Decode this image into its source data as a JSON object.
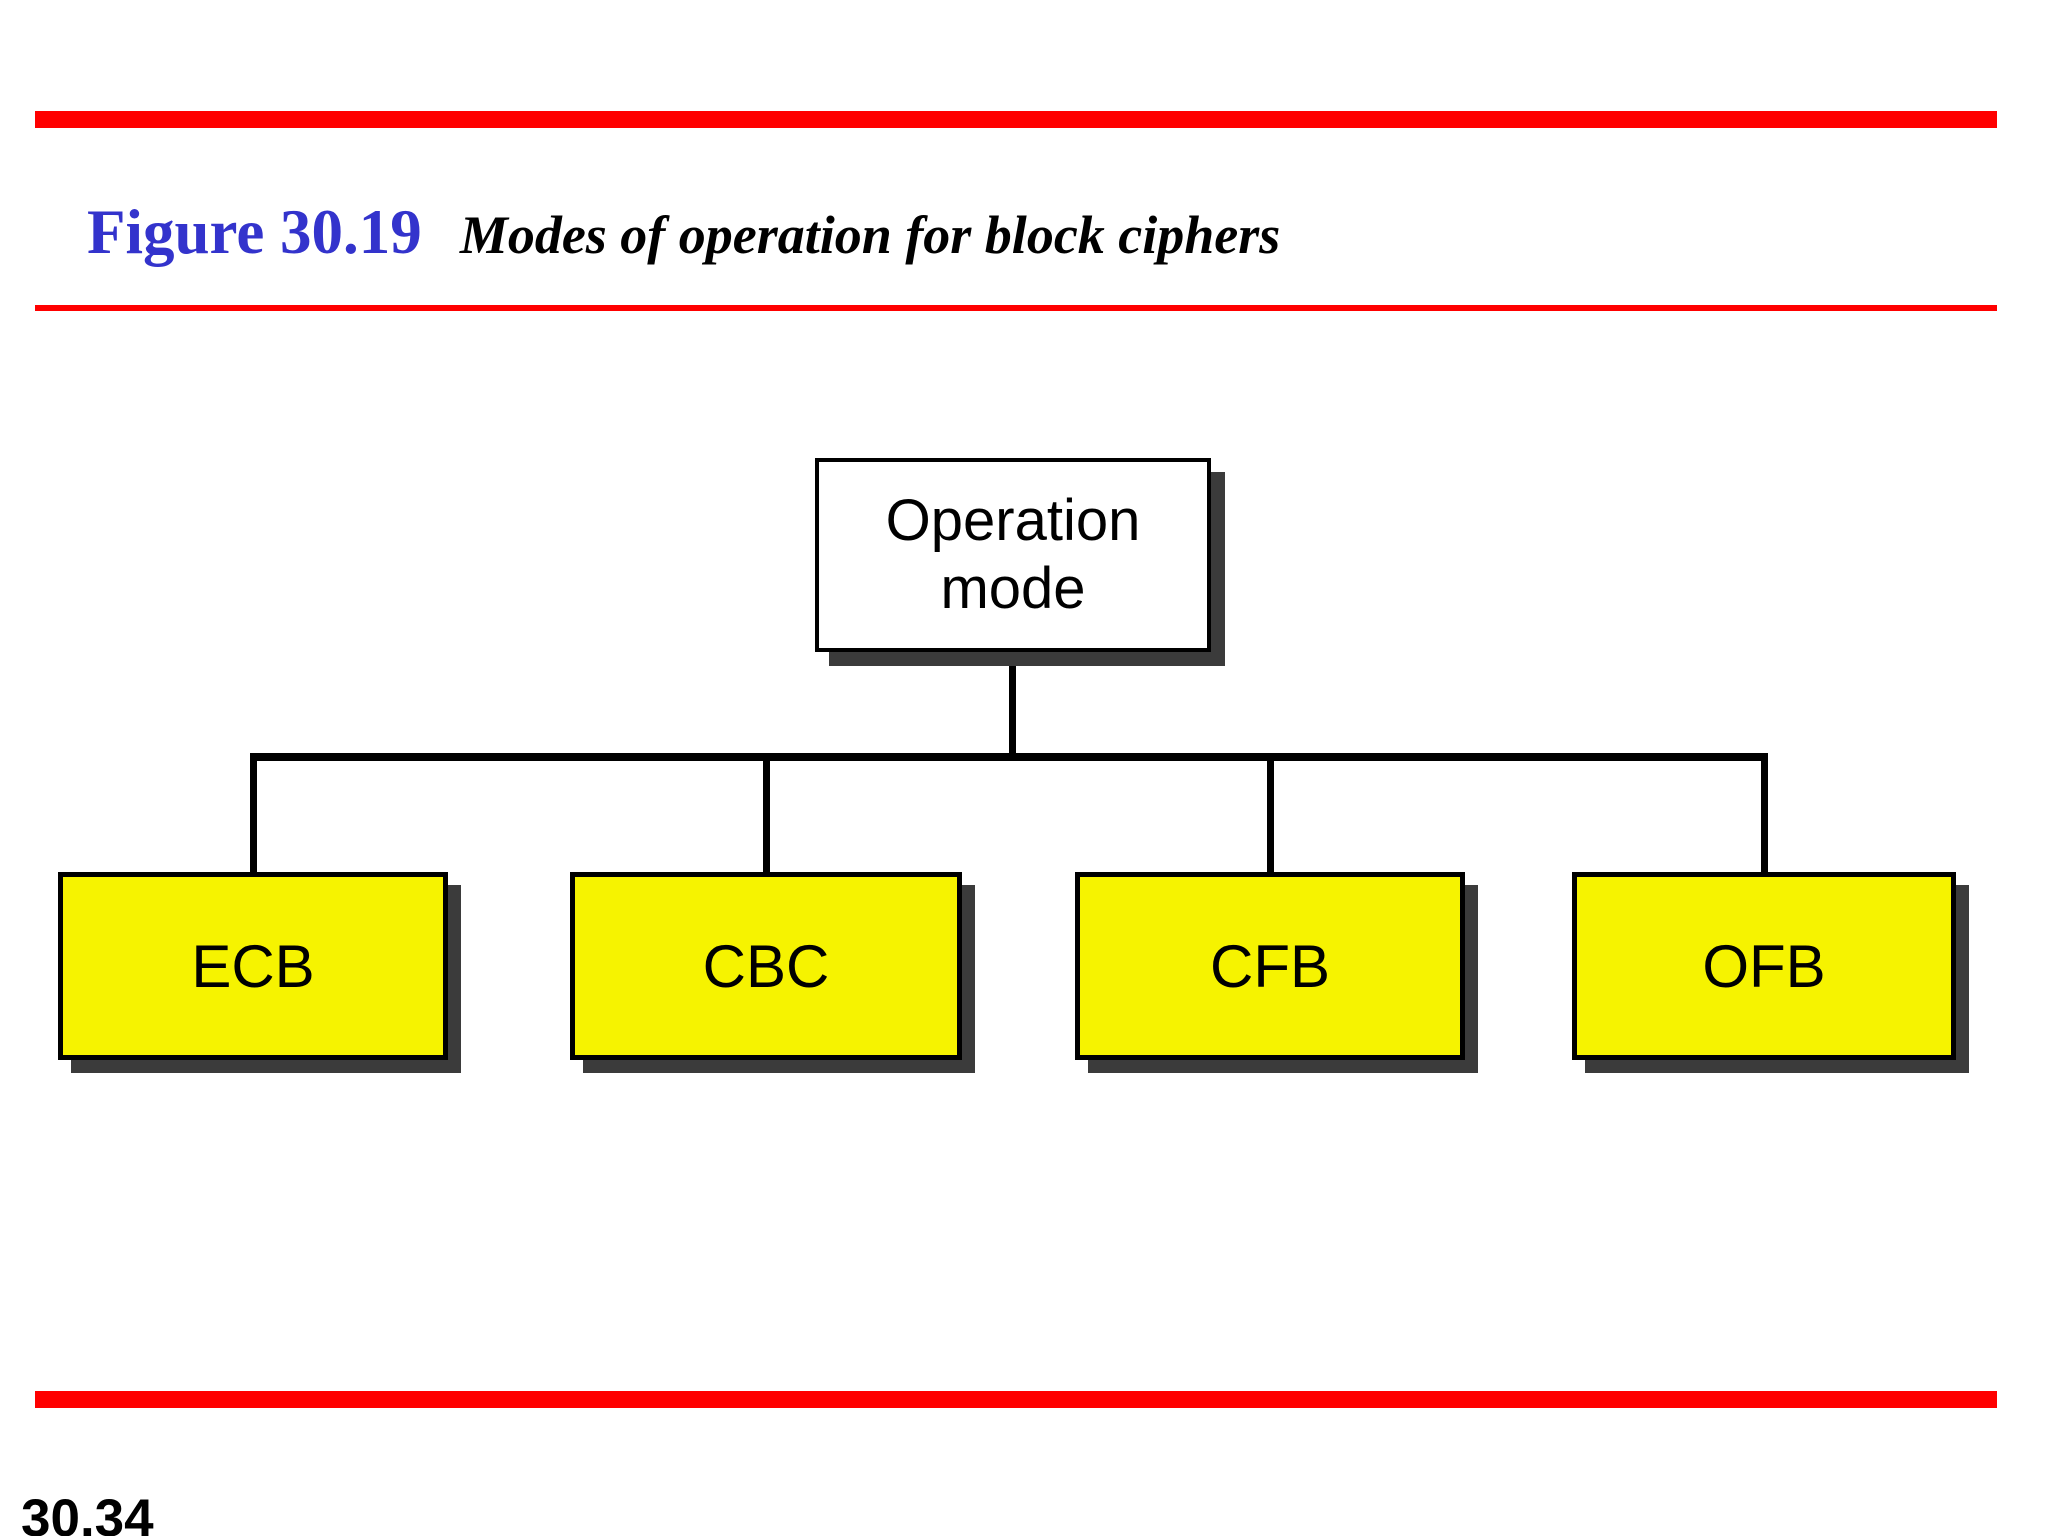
{
  "header": {
    "figure_label": "Figure 30.19",
    "caption": "Modes of operation for block ciphers"
  },
  "diagram": {
    "root_label": "Operation mode",
    "children": [
      {
        "label": "ECB"
      },
      {
        "label": "CBC"
      },
      {
        "label": "CFB"
      },
      {
        "label": "OFB"
      }
    ]
  },
  "footer": {
    "page_number": "30.34"
  },
  "colors": {
    "accent_red": "#FF0000",
    "title_blue": "#3333CC",
    "box_yellow": "#F6F300",
    "shadow_gray": "#3B3B3B",
    "line_black": "#000000"
  }
}
